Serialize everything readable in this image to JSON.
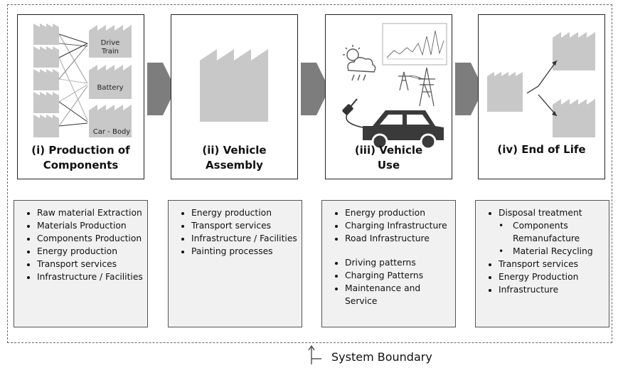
{
  "stages": [
    {
      "title_line1": "(i) Production of",
      "title_line2": "Components",
      "factory_labels": [
        "Drive",
        "Train",
        "Battery",
        "Car - Body"
      ]
    },
    {
      "title_line1": "(ii) Vehicle",
      "title_line2": "Assembly"
    },
    {
      "title_line1": "(iii) Vehicle",
      "title_line2": "Use"
    },
    {
      "title_line1": "(iv) End of Life",
      "title_line2": ""
    }
  ],
  "lists": [
    [
      "Raw material Extraction",
      "Materials Production",
      "Components Production",
      "Energy production",
      "Transport services",
      "Infrastructure / Facilities"
    ],
    [
      "Energy production",
      "Transport services",
      "Infrastructure / Facilities",
      "Painting processes"
    ],
    [
      "Energy production",
      "Charging Infrastructure",
      "Road Infrastructure",
      "Driving patterns",
      "Charging Patterns",
      "Maintenance and Service"
    ],
    [
      "Disposal treatment",
      "Components Remanufacture",
      "Material Recycling",
      "Transport services",
      "Energy Production",
      "Infrastructure"
    ]
  ],
  "system_boundary": "System Boundary",
  "colors": {
    "factory": "#c8c8c8",
    "arrow": "#7d7d7d",
    "car": "#3a3a3a",
    "box_fill": "#f1f1f1",
    "border": "#222222"
  }
}
